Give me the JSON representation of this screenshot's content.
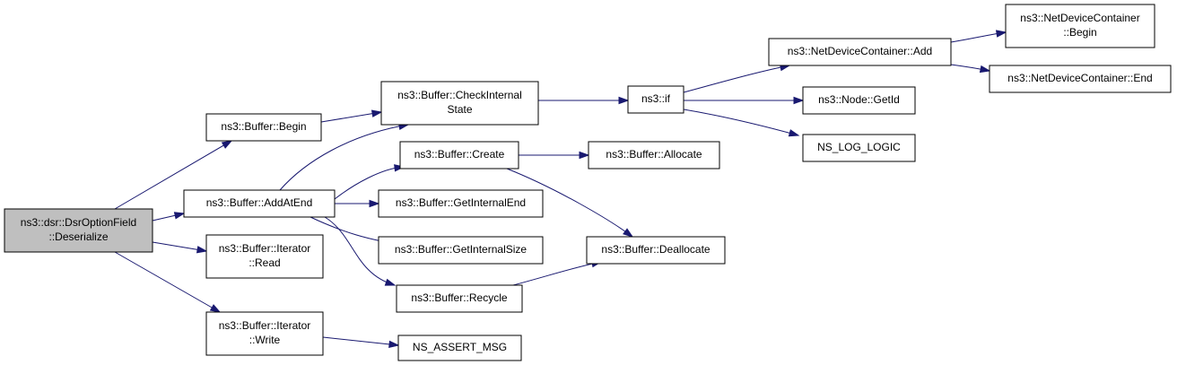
{
  "diagram": {
    "nodes": [
      {
        "id": "deserialize",
        "lines": [
          "ns3::dsr::DsrOptionField",
          "::Deserialize"
        ],
        "root": true
      },
      {
        "id": "begin",
        "lines": [
          "ns3::Buffer::Begin"
        ]
      },
      {
        "id": "addatend",
        "lines": [
          "ns3::Buffer::AddAtEnd"
        ]
      },
      {
        "id": "iterread",
        "lines": [
          "ns3::Buffer::Iterator",
          "::Read"
        ]
      },
      {
        "id": "iterwrite",
        "lines": [
          "ns3::Buffer::Iterator",
          "::Write"
        ]
      },
      {
        "id": "checkinternal",
        "lines": [
          "ns3::Buffer::CheckInternal",
          "State"
        ]
      },
      {
        "id": "create",
        "lines": [
          "ns3::Buffer::Create"
        ]
      },
      {
        "id": "getinternalend",
        "lines": [
          "ns3::Buffer::GetInternalEnd"
        ]
      },
      {
        "id": "getinternalsize",
        "lines": [
          "ns3::Buffer::GetInternalSize"
        ]
      },
      {
        "id": "recycle",
        "lines": [
          "ns3::Buffer::Recycle"
        ]
      },
      {
        "id": "assertmsg",
        "lines": [
          "NS_ASSERT_MSG"
        ]
      },
      {
        "id": "if",
        "lines": [
          "ns3::if"
        ]
      },
      {
        "id": "allocate",
        "lines": [
          "ns3::Buffer::Allocate"
        ]
      },
      {
        "id": "deallocate",
        "lines": [
          "ns3::Buffer::Deallocate"
        ]
      },
      {
        "id": "ndcadd",
        "lines": [
          "ns3::NetDeviceContainer::Add"
        ]
      },
      {
        "id": "nodegetid",
        "lines": [
          "ns3::Node::GetId"
        ]
      },
      {
        "id": "loglogic",
        "lines": [
          "NS_LOG_LOGIC"
        ]
      },
      {
        "id": "ndcbegin",
        "lines": [
          "ns3::NetDeviceContainer",
          "::Begin"
        ]
      },
      {
        "id": "ndcend",
        "lines": [
          "ns3::NetDeviceContainer::End"
        ]
      }
    ],
    "edges": [
      {
        "from": "deserialize",
        "to": "begin"
      },
      {
        "from": "deserialize",
        "to": "addatend"
      },
      {
        "from": "deserialize",
        "to": "iterread"
      },
      {
        "from": "deserialize",
        "to": "iterwrite"
      },
      {
        "from": "begin",
        "to": "checkinternal"
      },
      {
        "from": "addatend",
        "to": "checkinternal"
      },
      {
        "from": "addatend",
        "to": "create"
      },
      {
        "from": "addatend",
        "to": "getinternalend"
      },
      {
        "from": "addatend",
        "to": "getinternalsize"
      },
      {
        "from": "addatend",
        "to": "recycle"
      },
      {
        "from": "iterwrite",
        "to": "assertmsg"
      },
      {
        "from": "checkinternal",
        "to": "if"
      },
      {
        "from": "create",
        "to": "allocate"
      },
      {
        "from": "create",
        "to": "deallocate"
      },
      {
        "from": "recycle",
        "to": "deallocate"
      },
      {
        "from": "if",
        "to": "ndcadd"
      },
      {
        "from": "if",
        "to": "nodegetid"
      },
      {
        "from": "if",
        "to": "loglogic"
      },
      {
        "from": "ndcadd",
        "to": "ndcbegin"
      },
      {
        "from": "ndcadd",
        "to": "ndcend"
      }
    ],
    "colors": {
      "edge": "#191970",
      "root_fill": "#bfbfbf",
      "node_fill": "#ffffff",
      "node_stroke": "#000000"
    }
  }
}
